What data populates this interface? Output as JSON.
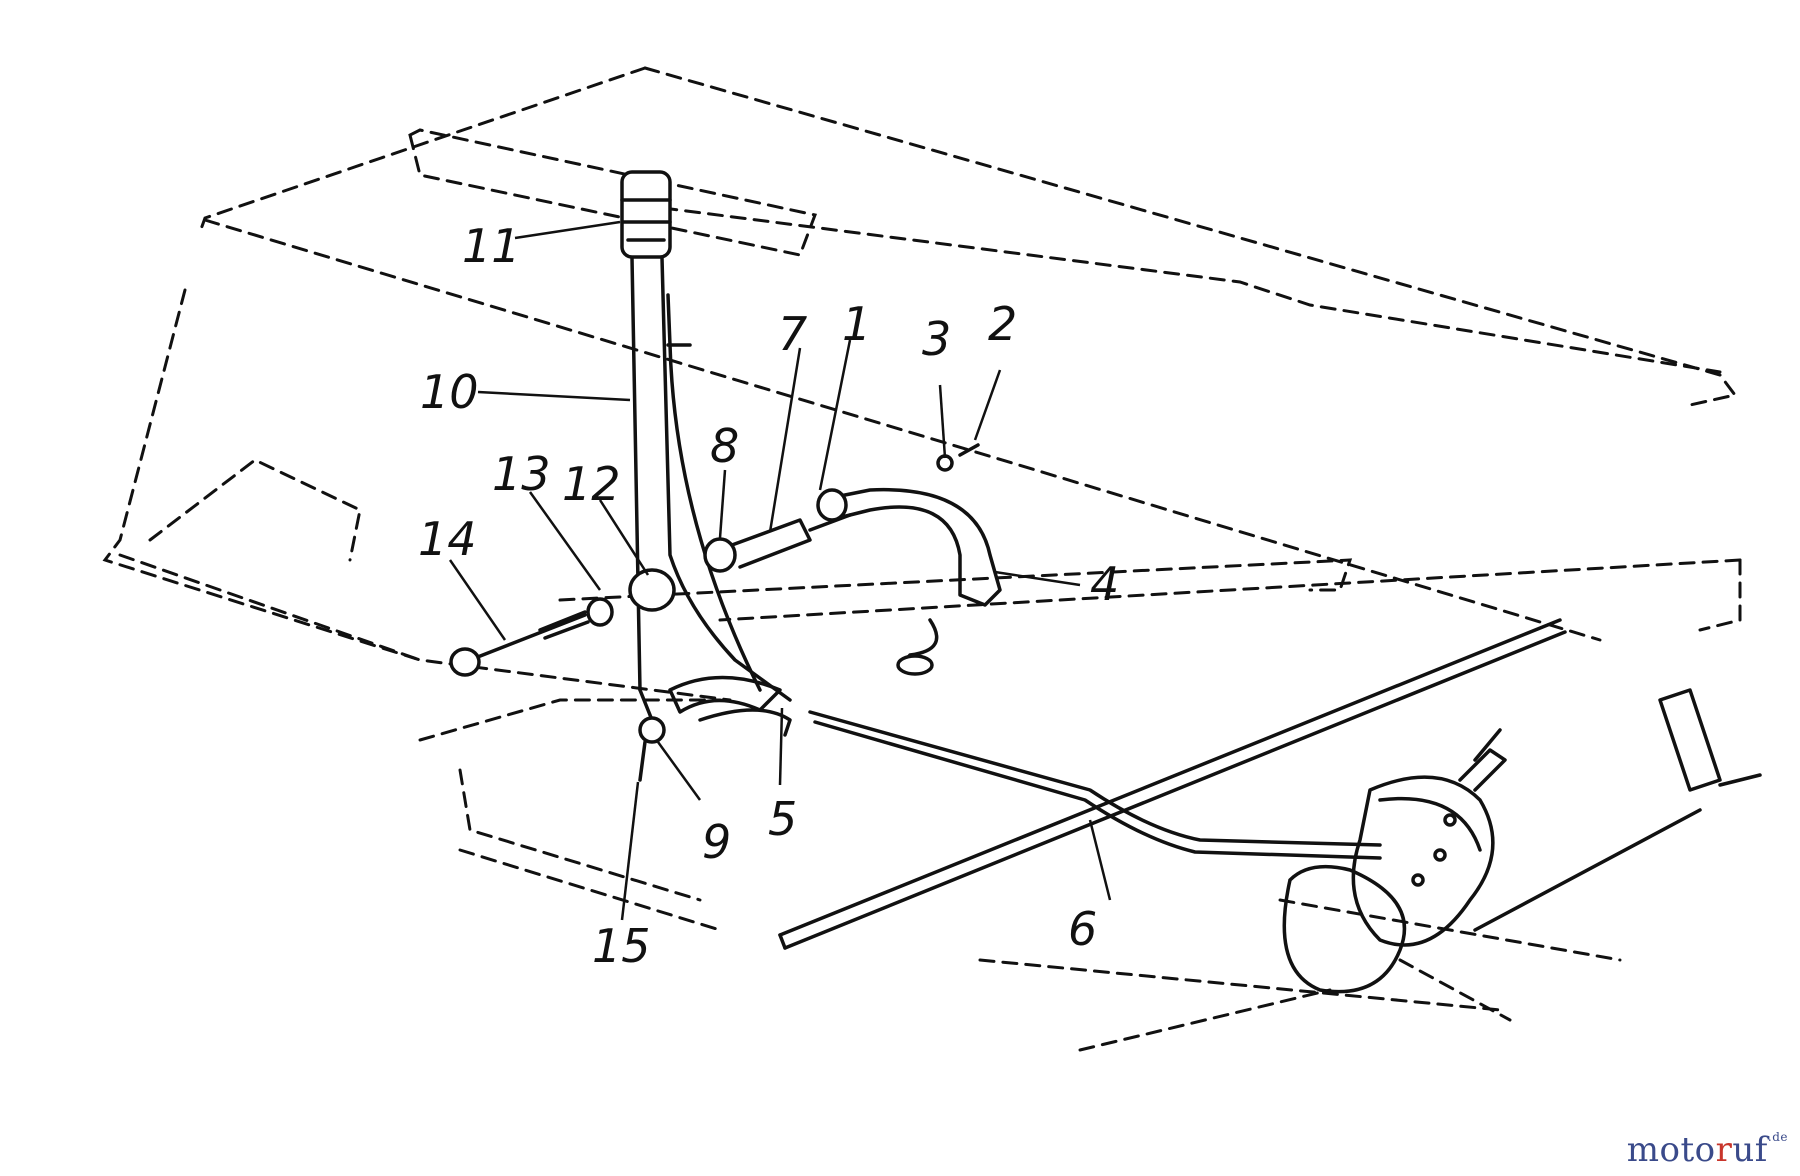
{
  "callouts": {
    "c1": "1",
    "c2": "2",
    "c3": "3",
    "c4": "4",
    "c5": "5",
    "c6": "6",
    "c7": "7",
    "c8": "8",
    "c9": "9",
    "c10": "10",
    "c11": "11",
    "c12": "12",
    "c13": "13",
    "c14": "14",
    "c15": "15"
  },
  "watermark": {
    "part1": "moto",
    "part2": "r",
    "part3": "uf",
    "suffix": ".de"
  }
}
